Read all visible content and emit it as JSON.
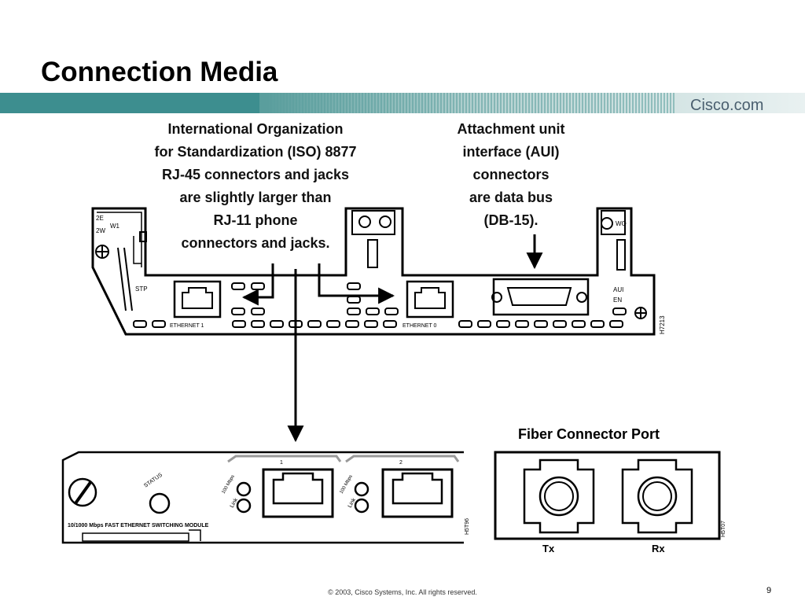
{
  "slide": {
    "title": "Connection Media",
    "logo": "Cisco.com",
    "footer": "© 2003, Cisco Systems, Inc. All rights reserved.",
    "page_number": "9"
  },
  "callouts": {
    "iso": [
      "International Organization",
      "for Standardization (ISO) 8877",
      "RJ-45 connectors and jacks",
      "are slightly larger than",
      "RJ-11 phone",
      "connectors and jacks."
    ],
    "aui": [
      "Attachment unit",
      "interface (AUI)",
      "connectors",
      "are data bus",
      "(DB-15)."
    ]
  },
  "router": {
    "labels": {
      "twoe": "2E",
      "twow": "2W",
      "w1": "W1",
      "stp": "STP",
      "eth1": "ETHERNET 1",
      "eth0": "ETHERNET 0",
      "aui": "AUI",
      "en": "EN",
      "wo": "WO",
      "code": "H7213"
    }
  },
  "module": {
    "labels": {
      "status": "STATUS",
      "speed1": "100 Mbps",
      "link1": "Link",
      "speed2": "100 Mbps",
      "link2": "Link",
      "port1": "1",
      "port2": "2",
      "name": "10/1000 Mbps FAST ETHERNET SWITCHING MODULE",
      "code": "H5T96"
    }
  },
  "fiber": {
    "title": "Fiber Connector Port",
    "tx": "Tx",
    "rx": "Rx",
    "code": "H5T07"
  },
  "colors": {
    "banner_teal": "#3d8e8f",
    "logo_text": "#4a5f6f"
  }
}
